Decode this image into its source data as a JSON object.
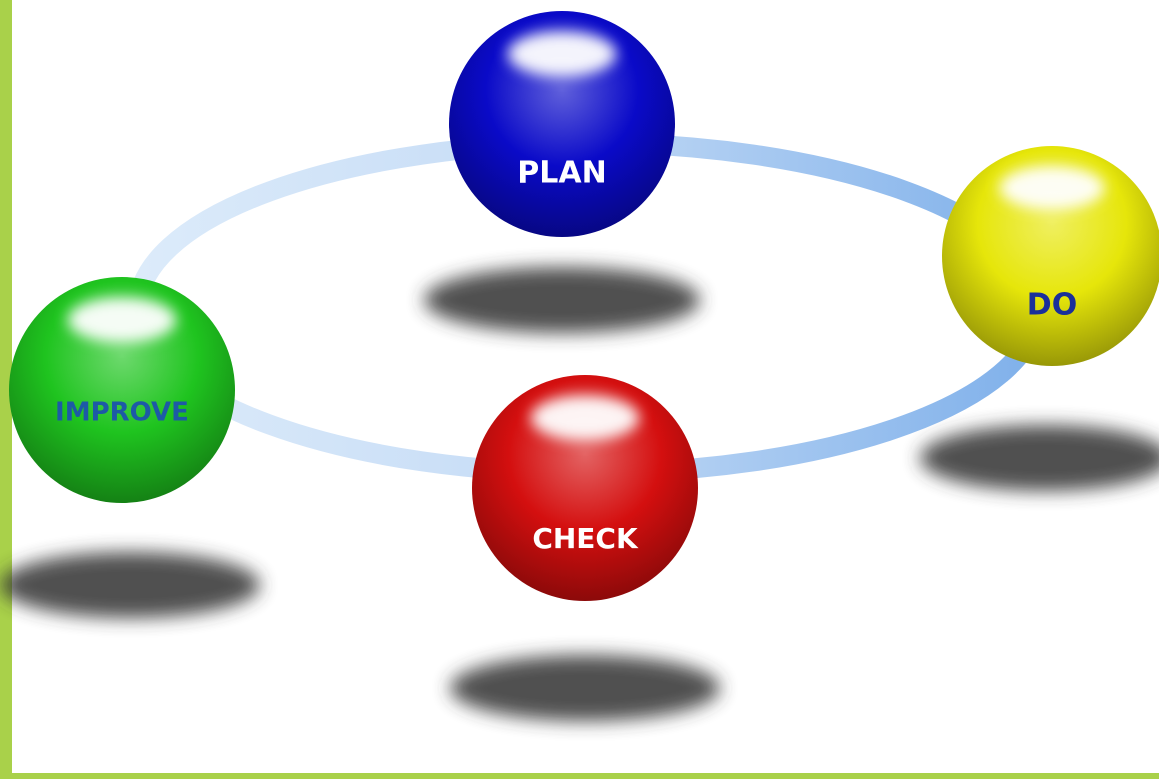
{
  "diagram": {
    "type": "cycle",
    "nodes": [
      {
        "id": "plan",
        "label": "PLAN",
        "color": "#0a0ac8",
        "text_color": "#ffffff"
      },
      {
        "id": "do",
        "label": "DO",
        "color": "#e6e60a",
        "text_color": "#1a2f9a"
      },
      {
        "id": "check",
        "label": "CHECK",
        "color": "#d40f0f",
        "text_color": "#ffffff"
      },
      {
        "id": "improve",
        "label": "IMPROVE",
        "color": "#1fc41f",
        "text_color": "#1d5aa6"
      }
    ],
    "cycle_order": [
      "plan",
      "do",
      "check",
      "improve"
    ],
    "ring_color": "#7fb0ea",
    "frame_color": "#a9d14a"
  }
}
